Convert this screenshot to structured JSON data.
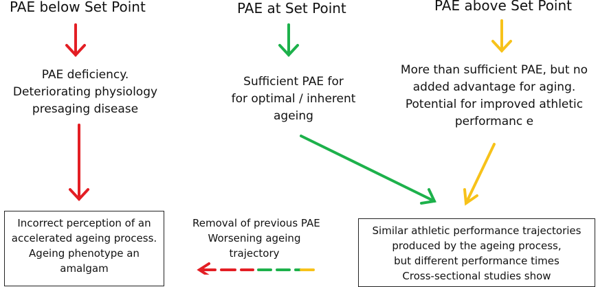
{
  "colors": {
    "red": "#e31e24",
    "green": "#1db14b",
    "yellow": "#f7c21a"
  },
  "columns": {
    "below": {
      "heading": "PAE below Set Point",
      "lines": [
        "PAE deficiency.",
        "Deteriorating physiology",
        "presaging disease"
      ]
    },
    "at": {
      "heading": "PAE at Set Point",
      "lines": [
        "Sufficient PAE for",
        "for optimal / inherent",
        "ageing"
      ]
    },
    "above": {
      "heading": "PAE above Set Point",
      "lines": [
        "More than sufficient PAE, but no",
        "added advantage for aging.",
        "Potential for improved athletic",
        "performanc e"
      ]
    }
  },
  "left_box": {
    "lines": [
      "Incorrect perception of an",
      "accelerated ageing process.",
      "Ageing phenotype an",
      "amalgam"
    ]
  },
  "middle_note": {
    "lines": [
      "Removal of previous PAE",
      "Worsening ageing",
      "trajectory"
    ]
  },
  "right_box": {
    "lines": [
      "Similar athletic performance trajectories",
      "produced by the ageing process,",
      "but different performance times",
      "Cross-sectional studies show"
    ]
  }
}
